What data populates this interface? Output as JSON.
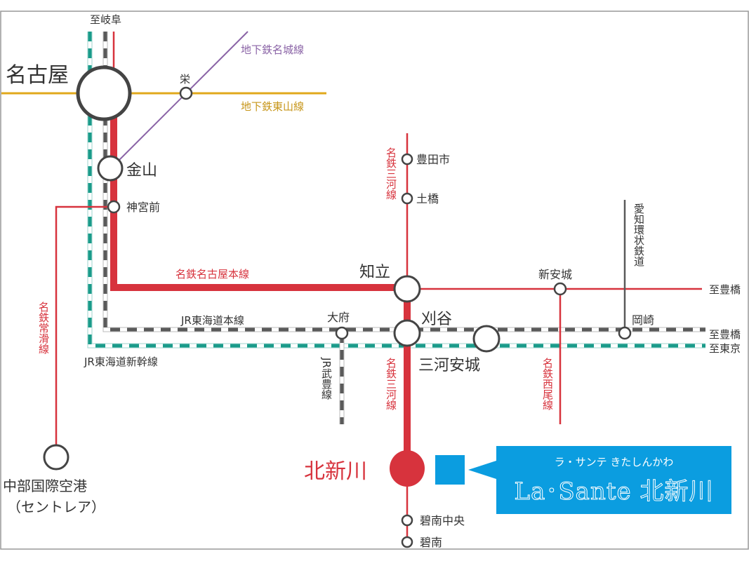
{
  "stations": {
    "nagoya": "名古屋",
    "sakae": "栄",
    "kanayama": "金山",
    "jingumae": "神宮前",
    "toyotashi": "豊田市",
    "tsuchihashi": "土橋",
    "chiryu": "知立",
    "shin_anjo": "新安城",
    "kariya": "刈谷",
    "obu": "大府",
    "okazaki": "岡崎",
    "mikawa_anjo": "三河安城",
    "kitashinkawa": "北新川",
    "hekinan_chuo": "碧南中央",
    "hekinan": "碧南",
    "airport_line1": "中部国際空港",
    "airport_line2": "（セントレア）"
  },
  "lines": {
    "meijo": "地下鉄名城線",
    "higashiyama": "地下鉄東山線",
    "meitetsu_main": "名鉄名古屋本線",
    "jr_tokaido": "JR東海道本線",
    "jr_shinkansen": "JR東海道新幹線",
    "meitetsu_mikawa_top": "名鉄三河線",
    "meitetsu_mikawa_bottom": "名鉄三河線",
    "aichi_kanjo": "愛知環状鉄道",
    "jr_taketoyo": "JR武豊線",
    "meitetsu_nishio": "名鉄西尾線",
    "meitetsu_tokoname": "名鉄常滑線"
  },
  "directions": {
    "gifu": "至岐阜",
    "toyohashi_meitetsu": "至豊橋",
    "toyohashi_jr": "至豊橋",
    "tokyo": "至東京"
  },
  "property": {
    "kana": "ラ・サンテ きたしんかわ",
    "name": "La･Sante 北新川"
  },
  "colors": {
    "meitetsu": "#d7333d",
    "jr_gray": "#5a5a5a",
    "shinkansen": "#1a9b8a",
    "higashiyama": "#e0a81c",
    "meijo": "#8a63a6",
    "property": "#0b9de0"
  }
}
